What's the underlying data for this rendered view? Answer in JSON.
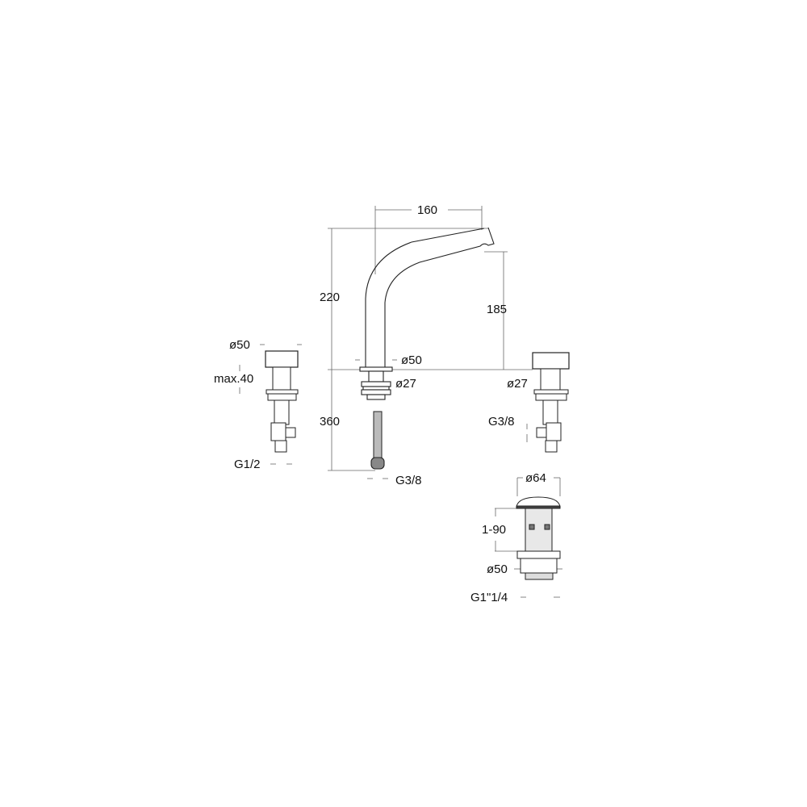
{
  "title": "Three-hole basin mixer dimension drawing",
  "dimensions": {
    "spout_reach": "160",
    "spout_height": "220",
    "outlet_height": "185",
    "spout_base_diameter": "ø50",
    "spout_shank_diameter": "ø27",
    "spout_hose_length": "360",
    "spout_hose_thread": "G3/8",
    "left_handle_diameter": "ø50",
    "left_deck_thickness": "max.40",
    "left_valve_thread": "G1/2",
    "right_shank_diameter": "ø27",
    "right_valve_thread": "G3/8",
    "waste_cap_diameter": "ø64",
    "waste_range": "1-90",
    "waste_body_diameter": "ø50",
    "waste_thread": "G1\"1/4"
  }
}
